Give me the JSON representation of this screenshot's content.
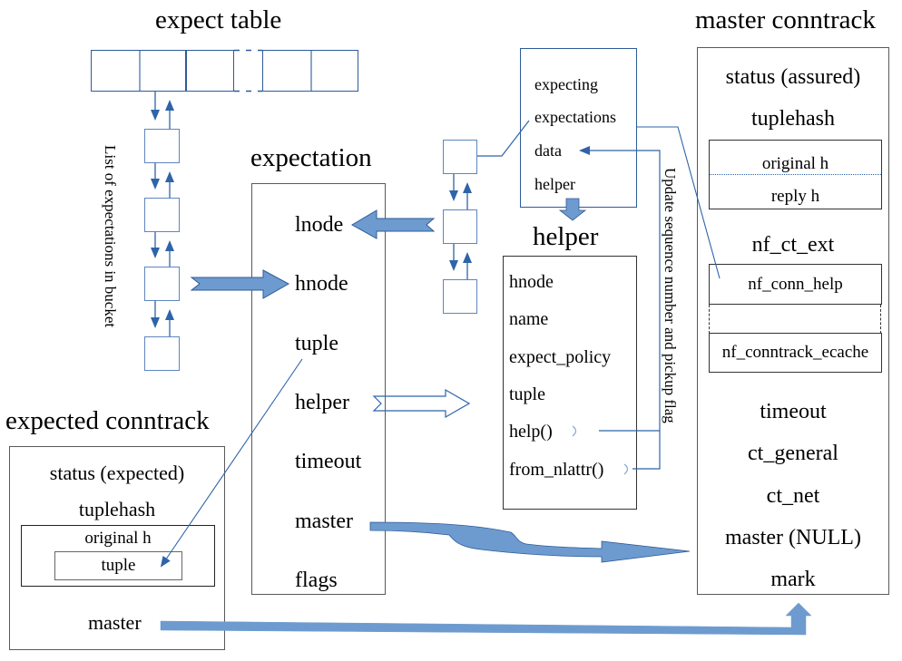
{
  "titles": {
    "expect_table": "expect table",
    "expectation": "expectation",
    "helper": "helper",
    "master_conntrack": "master conntrack",
    "expected_conntrack": "expected conntrack"
  },
  "side_labels": {
    "bucket_list": "List of expectations in bucket",
    "update_note": "Update sequence number and pickup flag"
  },
  "expectation": {
    "fields": [
      "lnode",
      "hnode",
      "tuple",
      "helper",
      "timeout",
      "master",
      "flags"
    ]
  },
  "helper_ext": {
    "fields": [
      "expecting",
      "expectations",
      "data",
      "helper"
    ]
  },
  "helper": {
    "fields": [
      "hnode",
      "name",
      "expect_policy",
      "tuple",
      "help()",
      "from_nlattr()"
    ]
  },
  "master_conntrack": {
    "status": "status (assured)",
    "tuplehash": "tuplehash",
    "tuplehash_rows": [
      "original h",
      "reply h"
    ],
    "ext_title": "nf_ct_ext",
    "ext_rows": [
      "nf_conn_help",
      "nf_conntrack_ecache"
    ],
    "fields": [
      "timeout",
      "ct_general",
      "ct_net",
      "master (NULL)",
      "mark"
    ]
  },
  "expected_conntrack": {
    "status": "status (expected)",
    "tuplehash": "tuplehash",
    "original": "original h",
    "tuple": "tuple",
    "master": "master"
  },
  "colors": {
    "arrow_fill": "#6e9bcf",
    "arrow_stroke": "#2e5b9a",
    "line": "#2e64a8",
    "box_border": "#595959"
  }
}
